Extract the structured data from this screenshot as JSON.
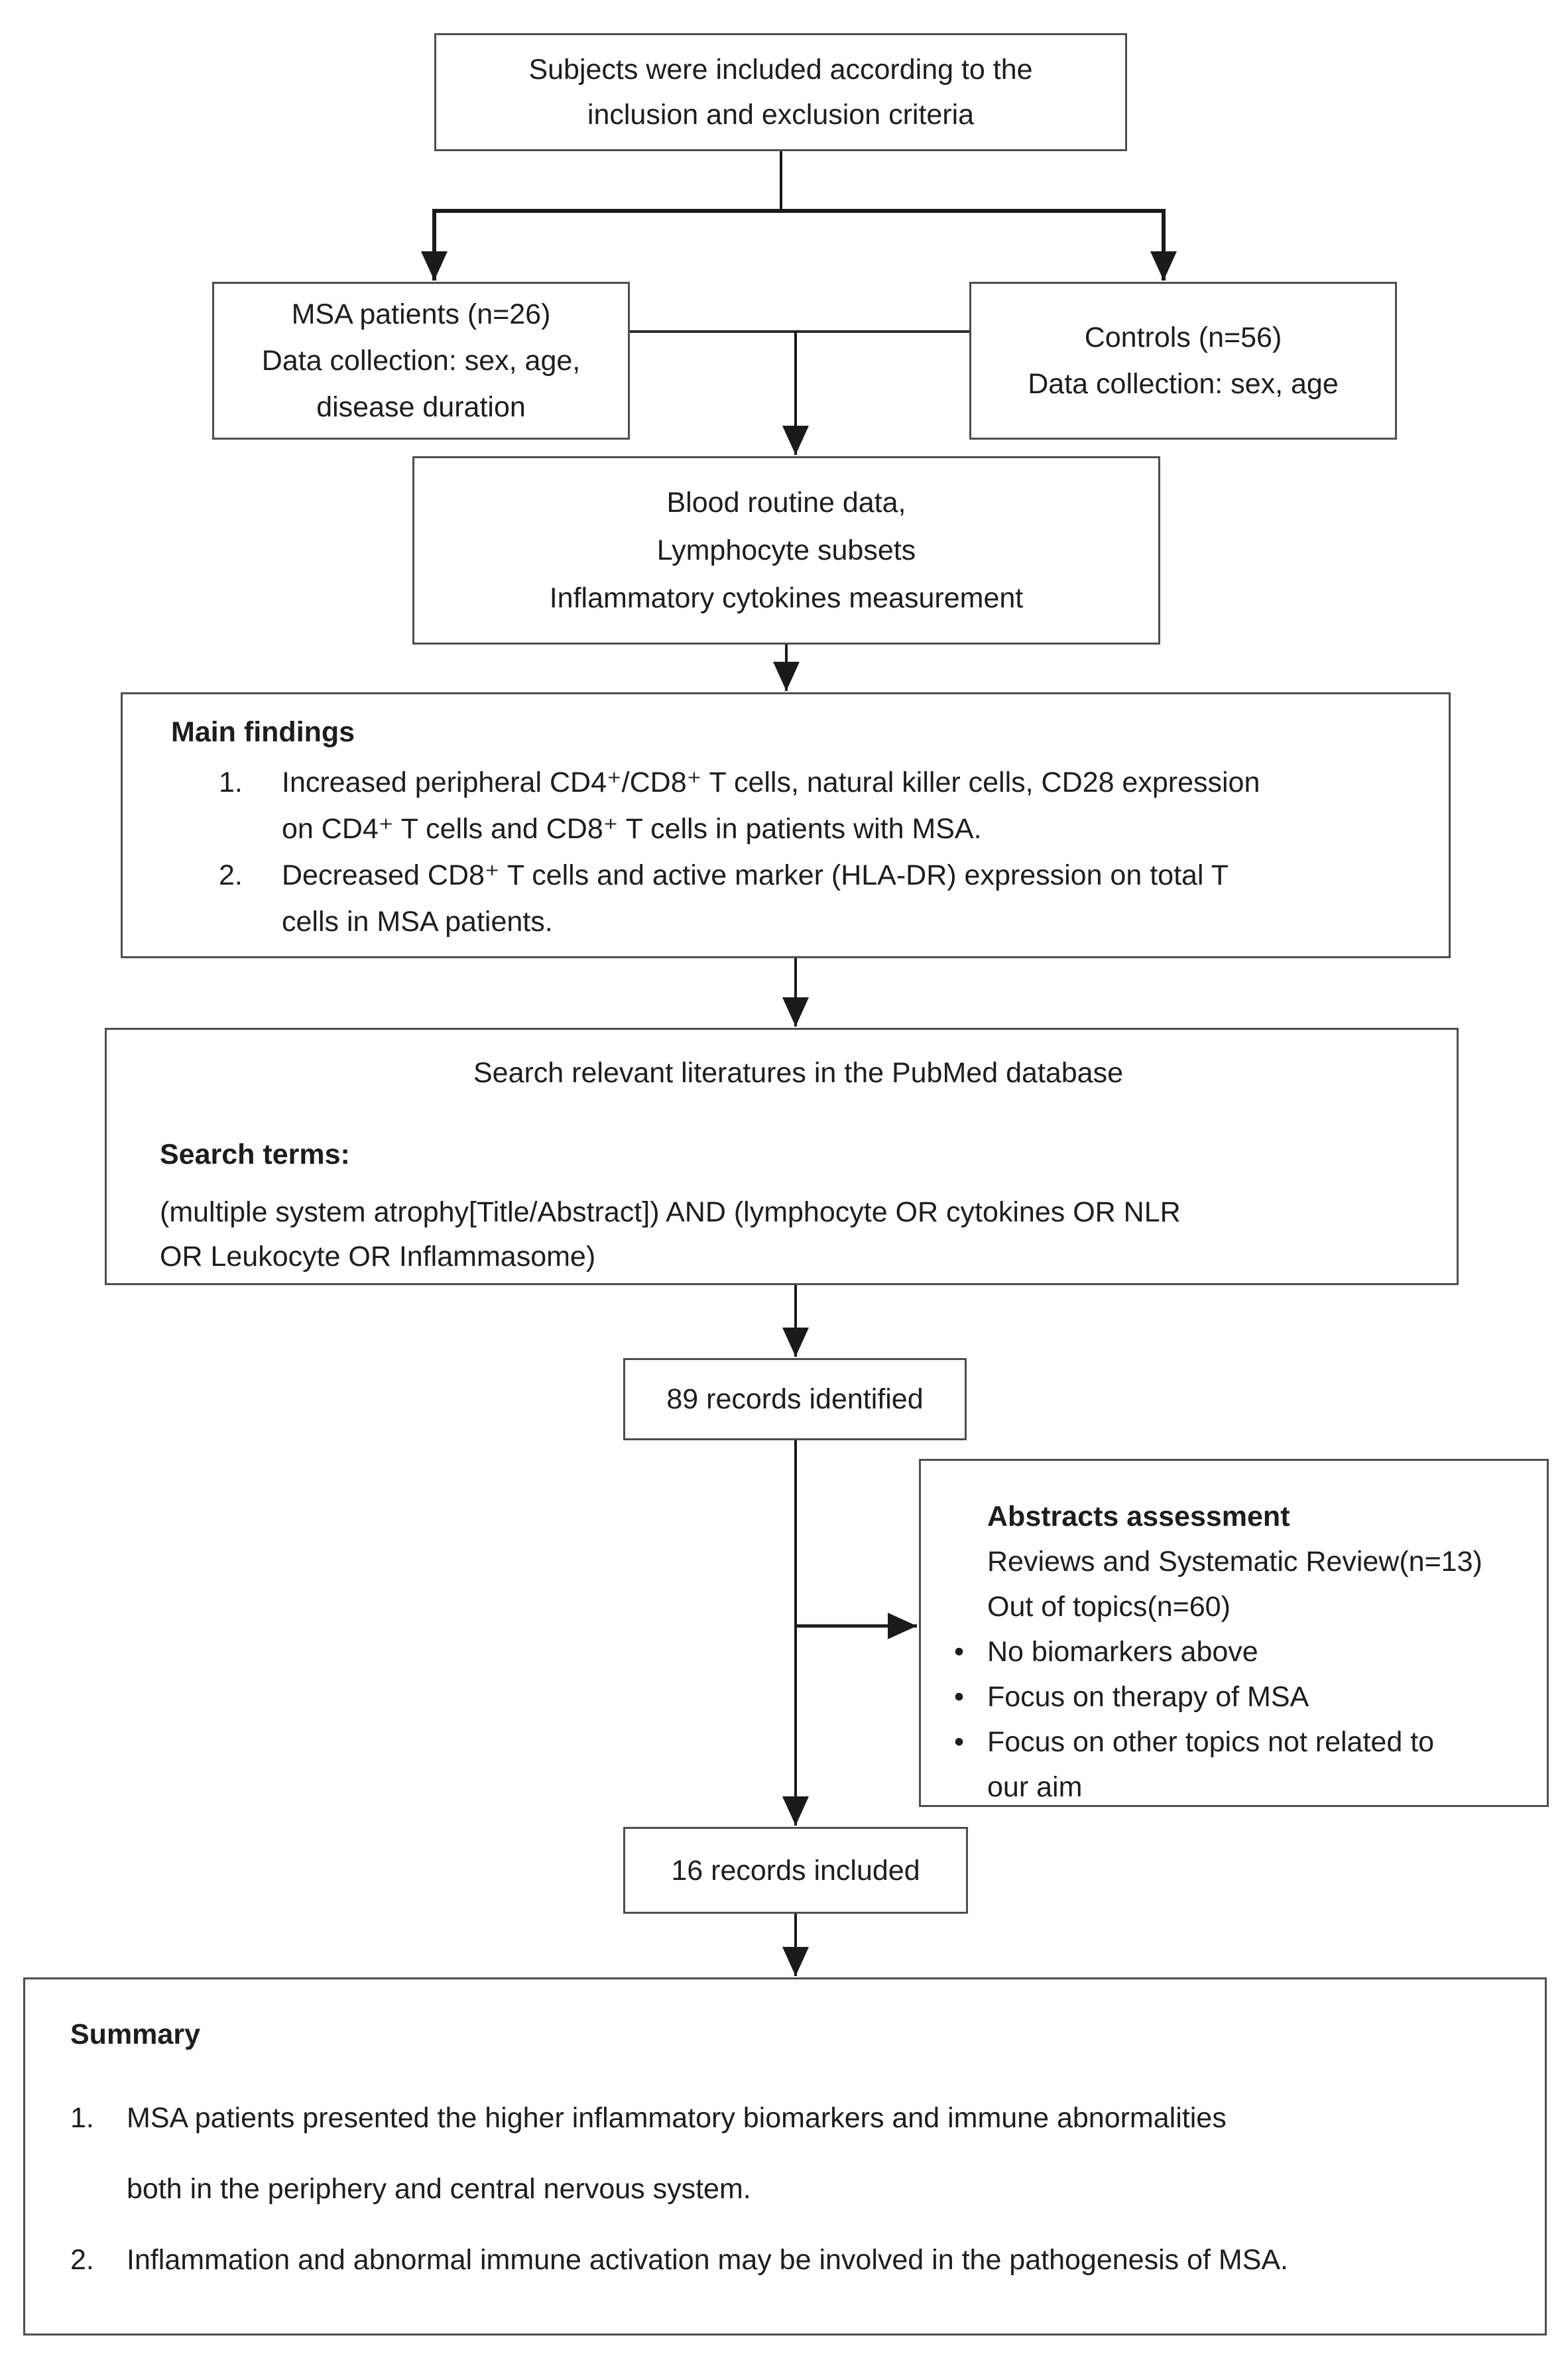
{
  "figure": {
    "bullet_char": "•",
    "colors": {
      "background": "#ffffff",
      "border": "#4e4e4e",
      "arrow": "#1a1a1a",
      "text": "#1d1d1d"
    },
    "boxes": {
      "subjects": {
        "lines": [
          "Subjects were included according to the",
          "inclusion and exclusion criteria"
        ]
      },
      "msa": {
        "lines": [
          "MSA patients (n=26)",
          "Data collection: sex, age,",
          "disease duration"
        ]
      },
      "controls": {
        "lines": [
          "Controls (n=56)",
          "Data collection: sex, age"
        ]
      },
      "measurements": {
        "lines": [
          "Blood routine data,",
          "Lymphocyte subsets",
          "Inflammatory cytokines measurement"
        ]
      },
      "main_findings": {
        "title": "Main findings",
        "items": [
          {
            "number": "1.",
            "lines": [
              "Increased peripheral CD4⁺/CD8⁺ T cells, natural killer cells, CD28 expression",
              "on CD4⁺ T cells and CD8⁺ T cells in patients with MSA."
            ]
          },
          {
            "number": "2.",
            "lines": [
              "Decreased CD8⁺ T cells and active marker (HLA-DR) expression on total T",
              "cells in MSA patients."
            ]
          }
        ]
      },
      "search": {
        "heading": "Search relevant literatures in the PubMed database",
        "terms_label": "Search terms:",
        "terms_lines": [
          "(multiple system atrophy[Title/Abstract]) AND (lymphocyte OR cytokines OR NLR",
          "OR Leukocyte OR Inflammasome)"
        ]
      },
      "records_identified": {
        "label": "89 records identified"
      },
      "abstracts": {
        "title": "Abstracts assessment",
        "lines": [
          "Reviews and Systematic Review(n=13)",
          "Out of topics(n=60)"
        ],
        "bullets": [
          {
            "lines": [
              "No biomarkers above"
            ]
          },
          {
            "lines": [
              "Focus on therapy of MSA"
            ]
          },
          {
            "lines": [
              "Focus on other topics not related to",
              "our aim"
            ]
          }
        ]
      },
      "records_included": {
        "label": "16 records included"
      },
      "summary": {
        "title": "Summary",
        "items": [
          {
            "number": "1.",
            "lines": [
              "MSA patients presented the higher inflammatory biomarkers and immune abnormalities",
              "both in the periphery and central nervous system."
            ]
          },
          {
            "number": "2.",
            "lines": [
              "Inflammation and abnormal immune activation may be involved in the pathogenesis of MSA."
            ]
          }
        ]
      }
    }
  }
}
